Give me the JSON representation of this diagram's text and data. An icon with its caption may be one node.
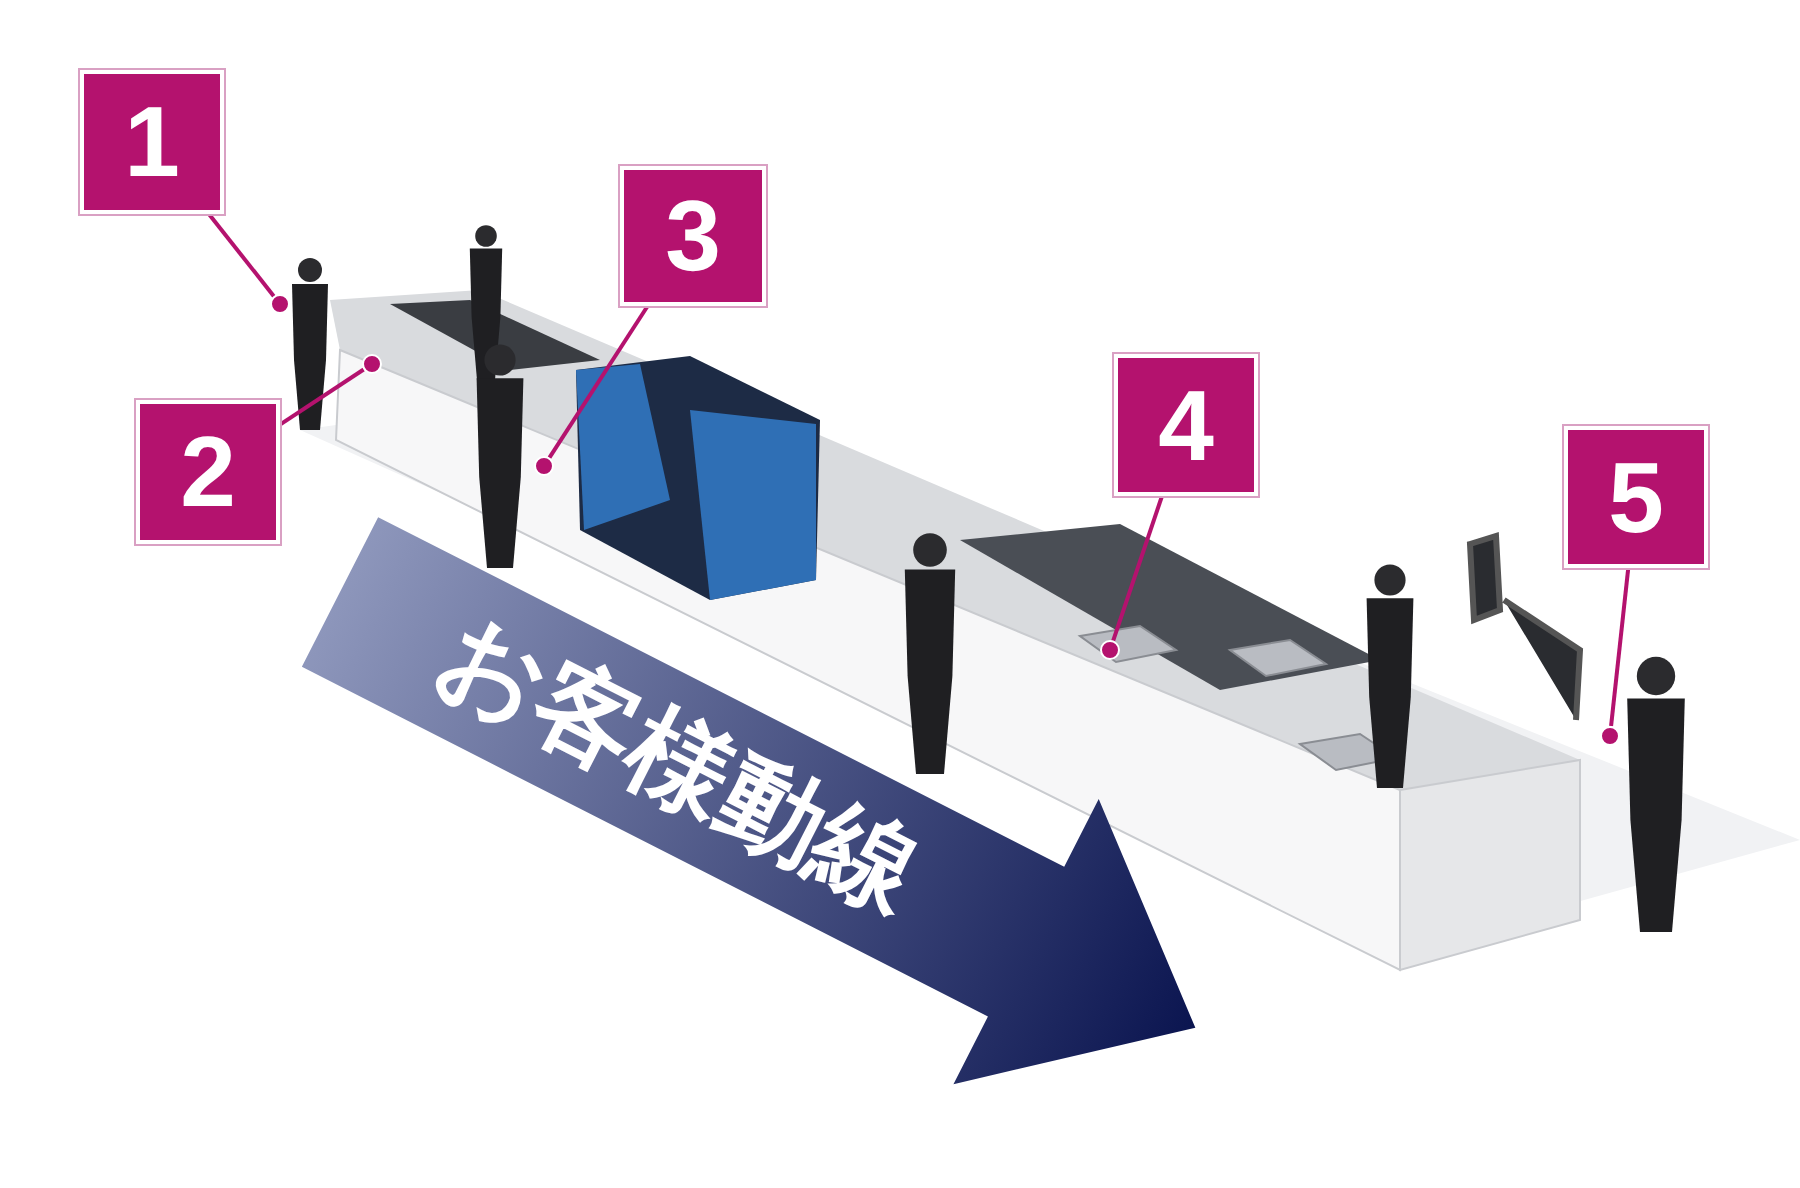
{
  "diagram": {
    "nodes": [
      {
        "text": [
          "1"
        ]
      },
      {
        "text": [
          "2"
        ]
      },
      {
        "text": [
          "3"
        ]
      },
      {
        "text": [
          "4"
        ]
      },
      {
        "text": [
          "5"
        ]
      },
      {
        "text": [],
        "shape": "circle"
      },
      {
        "text": [],
        "shape": "circle"
      },
      {
        "text": [],
        "shape": "circle"
      },
      {
        "text": [],
        "shape": "circle"
      },
      {
        "text": [],
        "shape": "circle"
      }
    ],
    "edges": [
      {
        "from": 0,
        "to": 5,
        "arrow": "none"
      },
      {
        "from": 1,
        "to": 6,
        "arrow": "none"
      },
      {
        "from": 2,
        "to": 7,
        "arrow": "none"
      },
      {
        "from": 3,
        "to": 8,
        "arrow": "none"
      },
      {
        "from": 4,
        "to": 9,
        "arrow": "none"
      }
    ],
    "labels": [
      "お客様動線"
    ]
  }
}
